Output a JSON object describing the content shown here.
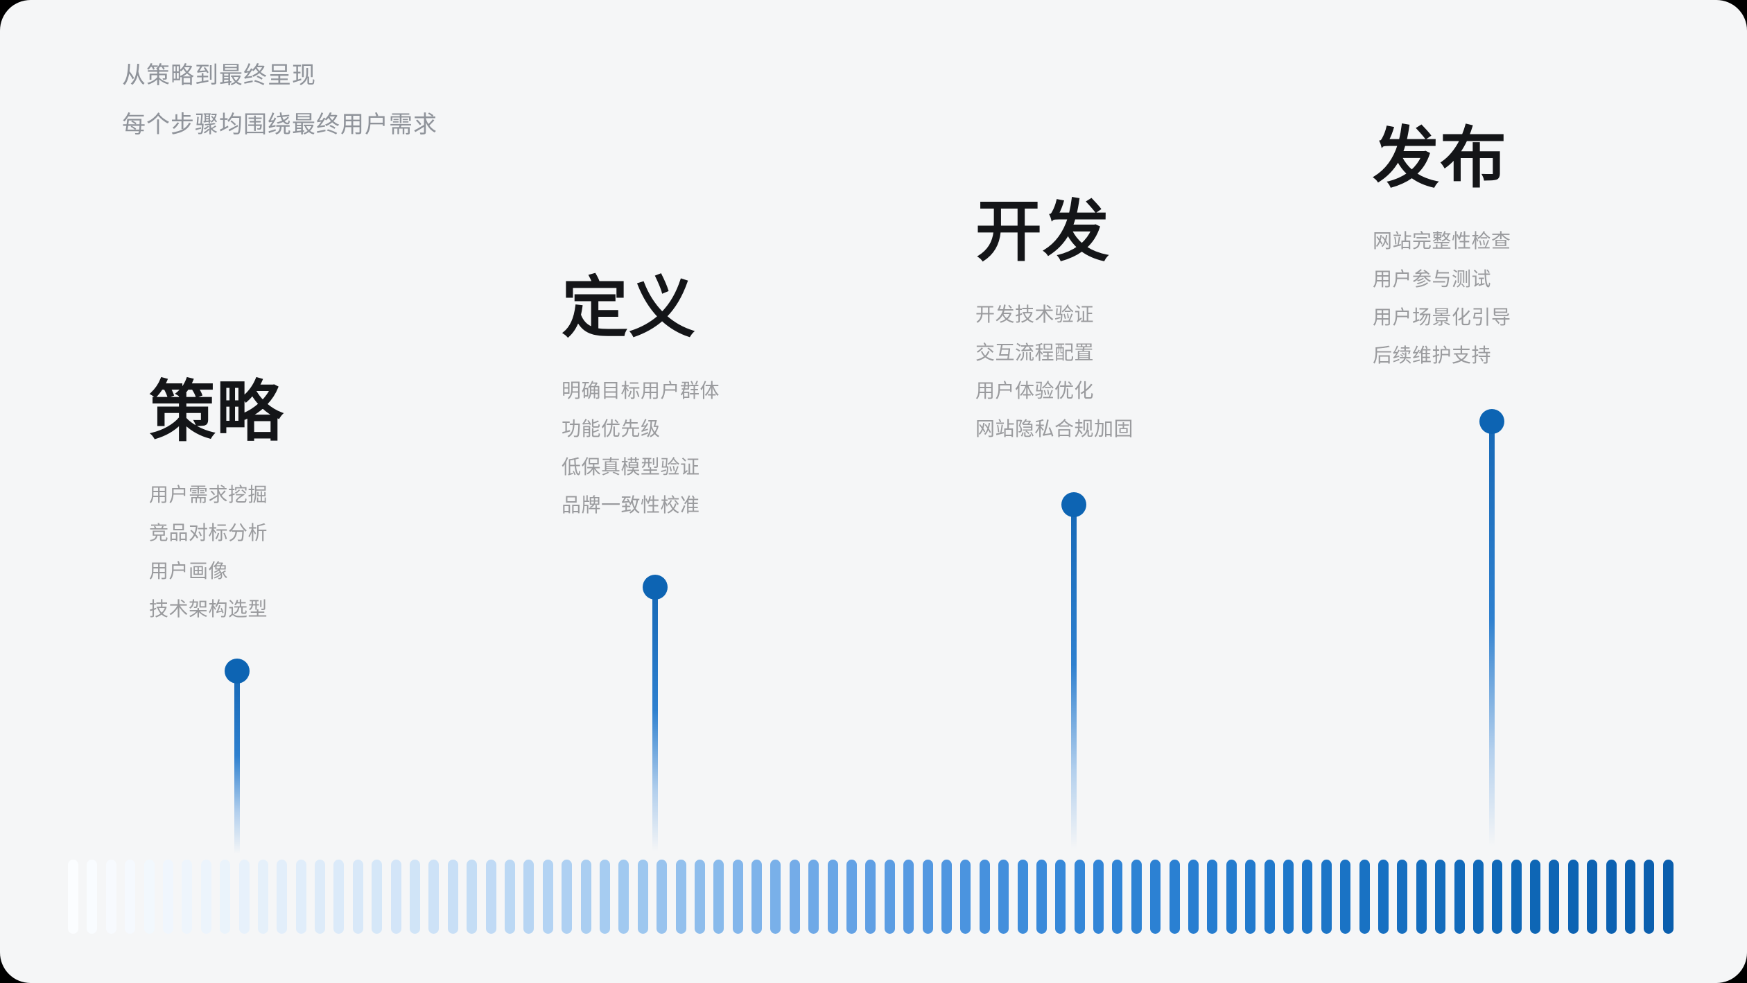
{
  "header": {
    "line1": "从策略到最终呈现",
    "line2": "每个步骤均围绕最终用户需求"
  },
  "stages": [
    {
      "title": "策略",
      "items": [
        "用户需求挖掘",
        "竞品对标分析",
        "用户画像",
        "技术架构选型"
      ]
    },
    {
      "title": "定义",
      "items": [
        "明确目标用户群体",
        "功能优先级",
        "低保真模型验证",
        "品牌一致性校准"
      ]
    },
    {
      "title": "开发",
      "items": [
        "开发技术验证",
        "交互流程配置",
        "用户体验优化",
        "网站隐私合规加固"
      ]
    },
    {
      "title": "发布",
      "items": [
        "网站完整性检查",
        "用户参与测试",
        "用户场景化引导",
        "后续维护支持"
      ]
    }
  ],
  "timeline": {
    "milestone_count": 4,
    "bar_count": 85,
    "gradient_stops": [
      {
        "t": 0,
        "c": "#fbfdff"
      },
      {
        "t": 0.1,
        "c": "#e9f2fb"
      },
      {
        "t": 0.22,
        "c": "#cfe3f7"
      },
      {
        "t": 0.36,
        "c": "#9cc6ef"
      },
      {
        "t": 0.5,
        "c": "#5f9fe4"
      },
      {
        "t": 0.62,
        "c": "#3688d9"
      },
      {
        "t": 0.75,
        "c": "#2079cc"
      },
      {
        "t": 0.88,
        "c": "#1069b9"
      },
      {
        "t": 1,
        "c": "#0a5ead"
      }
    ]
  },
  "colors": {
    "canvas_bg": "#f5f6f7",
    "surround": "#000000",
    "subtitle_text": "#8f939a",
    "title_text": "#141518",
    "item_text": "#9a9b9e",
    "dot": "#0d64b3",
    "stem_top": "#1668b6",
    "stem_mid": "#2e80cf"
  }
}
